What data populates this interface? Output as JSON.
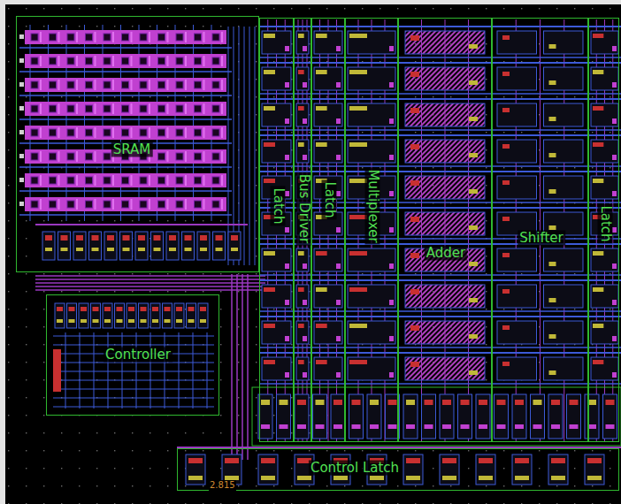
{
  "diagram": {
    "nodes": [
      {
        "text": [
          "SRAM"
        ]
      },
      {
        "text": [
          "Latch"
        ]
      },
      {
        "text": [
          "Bus Driver"
        ]
      },
      {
        "text": [
          "Latch"
        ]
      },
      {
        "text": [
          "Multiplexer"
        ]
      },
      {
        "text": [
          "Adder"
        ]
      },
      {
        "text": [
          "Shifter"
        ]
      },
      {
        "text": [
          "Latch"
        ]
      },
      {
        "text": [
          "Controller"
        ]
      },
      {
        "text": [
          "Control Latch"
        ]
      }
    ],
    "labels": [
      "2.815"
    ]
  }
}
